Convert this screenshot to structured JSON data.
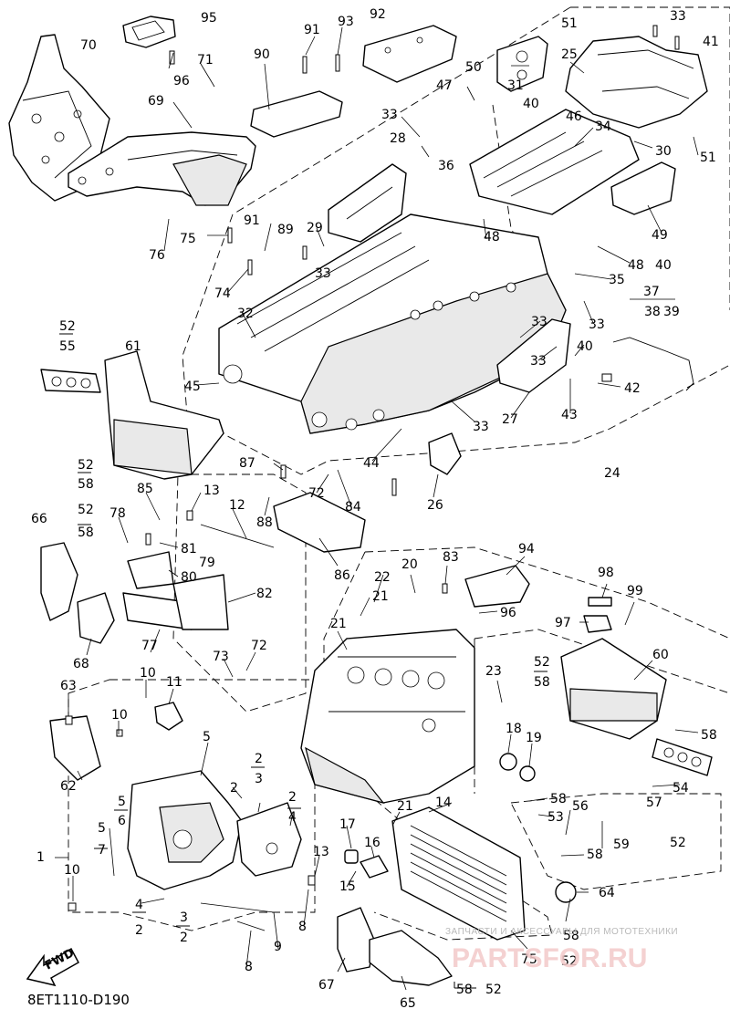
{
  "figure_code": "8ET1110-D190",
  "fwd_label": "FWD",
  "watermark": {
    "caption": "ЗАПЧАСТИ И АКСЕССУАРЫ ДЛЯ МОТОТЕХНИКИ",
    "logo": "PARTSFOR.RU"
  },
  "callouts": [
    {
      "id": "c95",
      "label": "95"
    },
    {
      "id": "c96a",
      "label": "96"
    },
    {
      "id": "c70",
      "label": "70"
    },
    {
      "id": "c71",
      "label": "71"
    },
    {
      "id": "c90",
      "label": "90"
    },
    {
      "id": "c91a",
      "label": "91"
    },
    {
      "id": "c93",
      "label": "93"
    },
    {
      "id": "c92",
      "label": "92"
    },
    {
      "id": "c51a",
      "label": "51"
    },
    {
      "id": "c33a",
      "label": "33"
    },
    {
      "id": "c41",
      "label": "41"
    },
    {
      "id": "c50",
      "label": "50"
    },
    {
      "id": "c25",
      "label": "25"
    },
    {
      "id": "c47",
      "label": "47"
    },
    {
      "id": "c31",
      "label": "31"
    },
    {
      "id": "c40a",
      "label": "40"
    },
    {
      "id": "c46",
      "label": "46"
    },
    {
      "id": "c69",
      "label": "69"
    },
    {
      "id": "c33b",
      "label": "33"
    },
    {
      "id": "c28",
      "label": "28"
    },
    {
      "id": "c36",
      "label": "36"
    },
    {
      "id": "c34",
      "label": "34"
    },
    {
      "id": "c30",
      "label": "30"
    },
    {
      "id": "c51b",
      "label": "51"
    },
    {
      "id": "c75a",
      "label": "75"
    },
    {
      "id": "c76",
      "label": "76"
    },
    {
      "id": "c91b",
      "label": "91"
    },
    {
      "id": "c89",
      "label": "89"
    },
    {
      "id": "c29",
      "label": "29"
    },
    {
      "id": "c33c",
      "label": "33"
    },
    {
      "id": "c48a",
      "label": "48"
    },
    {
      "id": "c49",
      "label": "49"
    },
    {
      "id": "c48b",
      "label": "48"
    },
    {
      "id": "c40b",
      "label": "40"
    },
    {
      "id": "c74",
      "label": "74"
    },
    {
      "id": "c35",
      "label": "35"
    },
    {
      "id": "c37",
      "label": "37"
    },
    {
      "id": "c38",
      "label": "38"
    },
    {
      "id": "c39",
      "label": "39"
    },
    {
      "id": "c33d",
      "label": "33"
    },
    {
      "id": "c52a",
      "label": "52"
    },
    {
      "id": "c55",
      "label": "55"
    },
    {
      "id": "c61",
      "label": "61"
    },
    {
      "id": "c32",
      "label": "32"
    },
    {
      "id": "c33e",
      "label": "33"
    },
    {
      "id": "c40c",
      "label": "40"
    },
    {
      "id": "c45",
      "label": "45"
    },
    {
      "id": "c42",
      "label": "42"
    },
    {
      "id": "c27",
      "label": "27"
    },
    {
      "id": "c43",
      "label": "43"
    },
    {
      "id": "c33f",
      "label": "33"
    },
    {
      "id": "c44",
      "label": "44"
    },
    {
      "id": "c33g",
      "label": "33"
    },
    {
      "id": "c24",
      "label": "24"
    },
    {
      "id": "c52b",
      "label": "52"
    },
    {
      "id": "c58a",
      "label": "58"
    },
    {
      "id": "c87",
      "label": "87"
    },
    {
      "id": "c72a",
      "label": "72"
    },
    {
      "id": "c84",
      "label": "84"
    },
    {
      "id": "c26",
      "label": "26"
    },
    {
      "id": "c13a",
      "label": "13"
    },
    {
      "id": "c85",
      "label": "85"
    },
    {
      "id": "c12",
      "label": "12"
    },
    {
      "id": "c88",
      "label": "88"
    },
    {
      "id": "c52c",
      "label": "52"
    },
    {
      "id": "c58b",
      "label": "58"
    },
    {
      "id": "c66",
      "label": "66"
    },
    {
      "id": "c78",
      "label": "78"
    },
    {
      "id": "c81",
      "label": "81"
    },
    {
      "id": "c80",
      "label": "80"
    },
    {
      "id": "c79",
      "label": "79"
    },
    {
      "id": "c86",
      "label": "86"
    },
    {
      "id": "c82",
      "label": "82"
    },
    {
      "id": "c20",
      "label": "20"
    },
    {
      "id": "c83",
      "label": "83"
    },
    {
      "id": "c94",
      "label": "94"
    },
    {
      "id": "c98",
      "label": "98"
    },
    {
      "id": "c99",
      "label": "99"
    },
    {
      "id": "c22",
      "label": "22"
    },
    {
      "id": "c21a",
      "label": "21"
    },
    {
      "id": "c96b",
      "label": "96"
    },
    {
      "id": "c97",
      "label": "97"
    },
    {
      "id": "c68",
      "label": "68"
    },
    {
      "id": "c77",
      "label": "77"
    },
    {
      "id": "c21b",
      "label": "21"
    },
    {
      "id": "c60",
      "label": "60"
    },
    {
      "id": "c73",
      "label": "73"
    },
    {
      "id": "c72b",
      "label": "72"
    },
    {
      "id": "c52d",
      "label": "52"
    },
    {
      "id": "c58c",
      "label": "58"
    },
    {
      "id": "c23",
      "label": "23"
    },
    {
      "id": "c63",
      "label": "63"
    },
    {
      "id": "c10a",
      "label": "10"
    },
    {
      "id": "c11",
      "label": "11"
    },
    {
      "id": "c10b",
      "label": "10"
    },
    {
      "id": "c18",
      "label": "18"
    },
    {
      "id": "c19",
      "label": "19"
    },
    {
      "id": "c58d",
      "label": "58"
    },
    {
      "id": "c5a",
      "label": "5"
    },
    {
      "id": "c62",
      "label": "62"
    },
    {
      "id": "c54",
      "label": "54"
    },
    {
      "id": "c2a",
      "label": "2"
    },
    {
      "id": "c3a",
      "label": "3"
    },
    {
      "id": "c2b",
      "label": "2"
    },
    {
      "id": "c5b",
      "label": "5"
    },
    {
      "id": "c6",
      "label": "6"
    },
    {
      "id": "c2c",
      "label": "2"
    },
    {
      "id": "c4a",
      "label": "4"
    },
    {
      "id": "c58e",
      "label": "58"
    },
    {
      "id": "c57",
      "label": "57"
    },
    {
      "id": "c5c",
      "label": "5"
    },
    {
      "id": "c7",
      "label": "7"
    },
    {
      "id": "c14",
      "label": "14"
    },
    {
      "id": "c21c",
      "label": "21"
    },
    {
      "id": "c53",
      "label": "53"
    },
    {
      "id": "c56",
      "label": "56"
    },
    {
      "id": "c1",
      "label": "1"
    },
    {
      "id": "c17",
      "label": "17"
    },
    {
      "id": "c16",
      "label": "16"
    },
    {
      "id": "c13b",
      "label": "13"
    },
    {
      "id": "c59",
      "label": "59"
    },
    {
      "id": "c52e",
      "label": "52"
    },
    {
      "id": "c58f",
      "label": "58"
    },
    {
      "id": "c10c",
      "label": "10"
    },
    {
      "id": "c15",
      "label": "15"
    },
    {
      "id": "c64",
      "label": "64"
    },
    {
      "id": "c4b",
      "label": "4"
    },
    {
      "id": "c2d",
      "label": "2"
    },
    {
      "id": "c3b",
      "label": "3"
    },
    {
      "id": "c2e",
      "label": "2"
    },
    {
      "id": "c9",
      "label": "9"
    },
    {
      "id": "c8a",
      "label": "8"
    },
    {
      "id": "c58g",
      "label": "58"
    },
    {
      "id": "c8b",
      "label": "8"
    },
    {
      "id": "c67",
      "label": "67"
    },
    {
      "id": "c65",
      "label": "65"
    },
    {
      "id": "c75b",
      "label": "75"
    },
    {
      "id": "c52f",
      "label": "52"
    },
    {
      "id": "c58h",
      "label": "58"
    },
    {
      "id": "c52g",
      "label": "52"
    }
  ]
}
